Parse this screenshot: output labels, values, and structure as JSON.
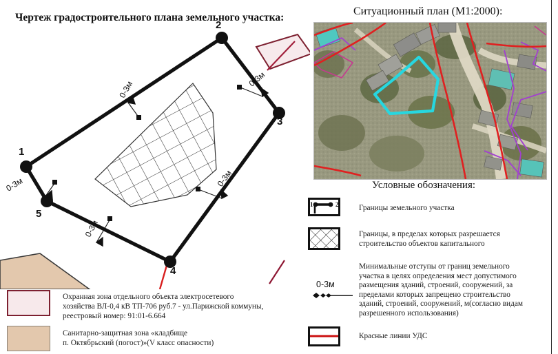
{
  "titles": {
    "left": "Чертеж градостроительного плана земельного участка:",
    "right": "Ситуационный план (М1:2000):"
  },
  "plot_drawing": {
    "vertex_labels": [
      "1",
      "2",
      "3",
      "4",
      "5"
    ],
    "offset_labels": [
      "0-3м",
      "0-3м",
      "0-3м",
      "0-3м",
      "0-3м"
    ],
    "offset_value": "0-3м",
    "colors": {
      "boundary": "#111111",
      "hatch": "#333333",
      "protection_zone_fill": "#f6eaec",
      "protection_zone_stroke": "#7d2030",
      "sanitary_zone_fill": "#e3c8ad",
      "red_line": "#d81f1f",
      "dark_red_line": "#8e1733"
    }
  },
  "situational_plan": {
    "parcel_outline_color": "#27d7e0",
    "red_lines_color": "#e02020",
    "cadastral_lines_color": "#a23fd0"
  },
  "legend": {
    "title": "Условные обозначения:",
    "items": [
      {
        "icon": "parcel-boundary-symbol",
        "symbol_labels": [
          "1",
          "2"
        ],
        "text": [
          "Границы земельного участка"
        ]
      },
      {
        "icon": "hatch-area-symbol",
        "text": [
          "Границы, в пределах которых разрешается",
          "строительство объектов капитального"
        ]
      },
      {
        "icon": "setback-symbol",
        "symbol_caption": "0-3м",
        "text": [
          "Минимальные отступы от границ земельного",
          "участка в целях определения мест допустимого",
          "размещения зданий, строений, сооружений, за",
          "пределами которых запрещено строительство",
          "зданий, строений, сооружений, м(согласно видам",
          "разрешенного использования)"
        ]
      },
      {
        "icon": "red-line-symbol",
        "text": [
          "Красные линии УДС"
        ]
      }
    ]
  },
  "bottom_legend": {
    "items": [
      {
        "swatch_fill": "#f7e9eb",
        "swatch_stroke": "#7d2030",
        "text": [
          "Охранная зона отдельного объекта электросетевого",
          "хозяйства ВЛ-0,4 кВ ТП-706 руб.7 - ул.Парижской коммуны,",
          "реестровый номер: 91:01-6.664"
        ]
      },
      {
        "swatch_fill": "#e3c8ad",
        "swatch_stroke": "#8a8175",
        "text": [
          "Санитарно-защитная зона «кладбище",
          "п. Октябрьский (погост)»(V класс опасности)"
        ]
      }
    ]
  }
}
